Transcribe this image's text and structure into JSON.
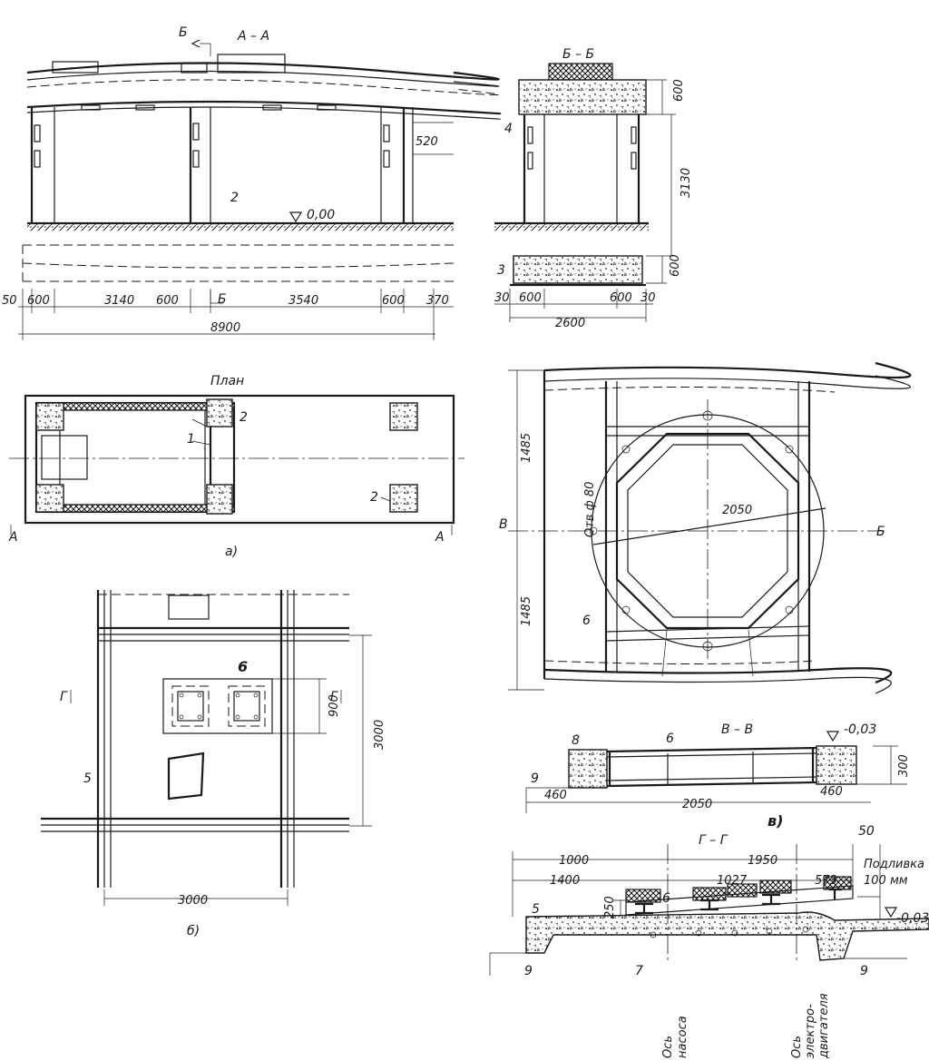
{
  "sections": {
    "aa": "А – А",
    "bb": "Б – Б",
    "vv": "В – В",
    "gg": "Г – Г",
    "plan": "План"
  },
  "cut_marks": {
    "a": "А",
    "b": "Б",
    "v": "В",
    "g": "Г"
  },
  "part_labels": {
    "a": "а)",
    "b": "б)",
    "v": "в)"
  },
  "elevations": {
    "zero": "0,00",
    "minus": "-0,03"
  },
  "dimensions": {
    "aa_520": "520",
    "aa_50": "50",
    "aa_600_a": "600",
    "aa_3140": "3140",
    "aa_600_b": "600",
    "aa_3540": "3540",
    "aa_600_c": "600",
    "aa_370": "370",
    "aa_8900": "8900",
    "bb_600_top": "600",
    "bb_3130": "3130",
    "bb_600_bot": "600",
    "bb_30_a": "30",
    "bb_600_a": "600",
    "bb_600_b": "600",
    "bb_30_b": "30",
    "bb_2600": "2600",
    "frame_1485_a": "1485",
    "frame_1485_b": "1485",
    "frame_2050": "2050",
    "frame_hole": "Отв ф 80",
    "b_900": "900",
    "b_3000_v": "3000",
    "b_3000_h": "3000",
    "vv_300": "300",
    "vv_460_a": "460",
    "vv_460_b": "460",
    "vv_2050": "2050",
    "gg_50": "50",
    "gg_1000": "1000",
    "gg_1950": "1950",
    "gg_1400": "1400",
    "gg_1027": "1027",
    "gg_573": "573",
    "gg_250": "250",
    "gg_grout_1": "Подливка",
    "gg_grout_2": "100 мм"
  },
  "callouts": {
    "n1": "1",
    "n2a": "2",
    "n2b": "2",
    "n2c": "2",
    "n3": "3",
    "n4": "4",
    "n5a": "5",
    "n5b": "5",
    "n6a": "6",
    "n6b": "6",
    "n6c": "6",
    "n6d": "6",
    "n7": "7",
    "n8": "8",
    "n9a": "9",
    "n9b": "9",
    "n9c": "9"
  },
  "axes": {
    "pump_1": "Ось",
    "pump_2": "насоса",
    "motor_1": "Ось",
    "motor_2": "электро-",
    "motor_3": "двигателя"
  }
}
